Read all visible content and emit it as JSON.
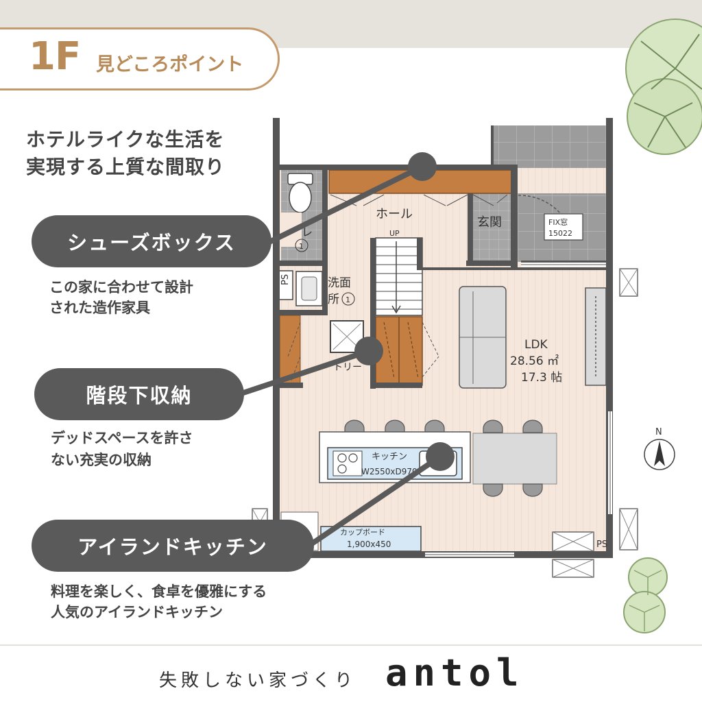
{
  "header": {
    "floor": "1F",
    "title": "見どころポイント"
  },
  "headline": {
    "line1": "ホテルライクな生活を",
    "line2": "実現する上質な間取り"
  },
  "callouts": [
    {
      "label": "シューズボックス",
      "desc1": "この家に合わせて設計",
      "desc2": "された造作家具"
    },
    {
      "label": "階段下収納",
      "desc1": "デッドスペースを許さ",
      "desc2": "ない充実の収納"
    },
    {
      "label": "アイランドキッチン",
      "desc1": "料理を楽しく、食卓を優雅にする",
      "desc2": "人気のアイランドキッチン"
    }
  ],
  "plan": {
    "hall": "ホール",
    "stairs_up": "UP",
    "entrance": "玄関",
    "fix_window_1": "FIX窓",
    "fix_window_2": "15022",
    "toilet_partial": "レ",
    "toilet_num": "1",
    "ps_left": "PS",
    "washroom_1": "洗面",
    "washroom_2": "所",
    "washroom_num": "1",
    "pantry_partial": "トリー",
    "ldk": "LDK",
    "ldk_area": "28.56 ㎡",
    "ldk_tatami": "17.3 帖",
    "kitchen": "キッチン",
    "kitchen_size": "W2550xD970",
    "cupboard": "カップボード",
    "cupboard_size": "1,900x450",
    "ps_right": "PS",
    "north": "N"
  },
  "footer": {
    "tagline": "失敗しない家づくり",
    "brand": "antol"
  },
  "colors": {
    "accent": "#b88a58",
    "pill": "#5a5a5a",
    "floor": "#f5e6dc",
    "wall": "#555555",
    "wood": "#c07a3e",
    "tile": "#9a9a9a"
  }
}
